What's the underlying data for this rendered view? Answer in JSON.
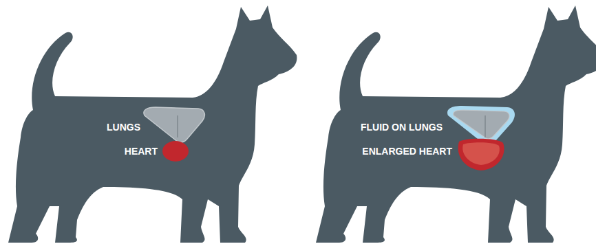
{
  "diagram": {
    "labels": [
      "LUNGS",
      "HEART",
      "FLUID ON LUNGS",
      "ENLARGED HEART"
    ]
  }
}
